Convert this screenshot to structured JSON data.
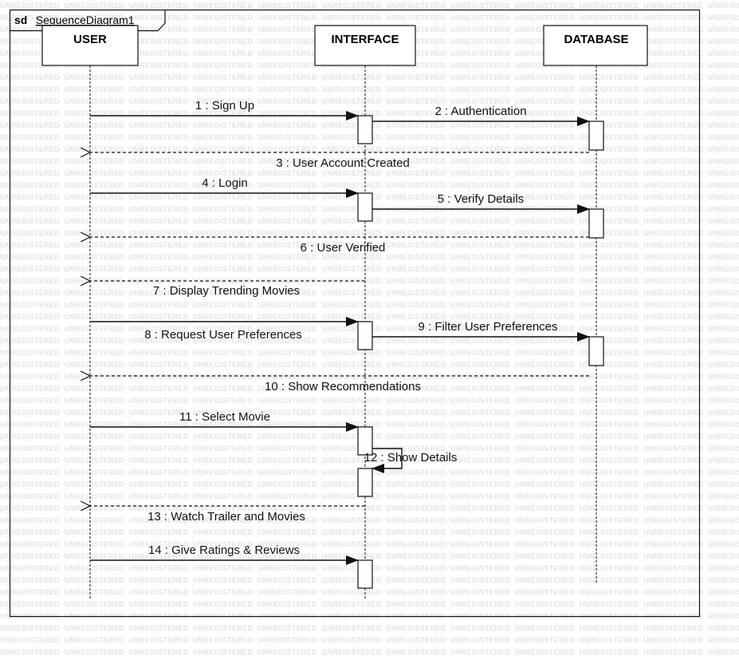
{
  "watermark_text": "UNREGISTERED",
  "frame": {
    "keyword": "sd",
    "name": "SequenceDiagram1"
  },
  "lifelines": [
    {
      "id": "user",
      "title": "USER"
    },
    {
      "id": "interface",
      "title": "INTERFACE"
    },
    {
      "id": "database",
      "title": "DATABASE"
    }
  ],
  "messages": [
    {
      "n": 1,
      "label": "1 : Sign Up",
      "from": "user",
      "to": "interface",
      "kind": "sync"
    },
    {
      "n": 2,
      "label": "2 : Authentication",
      "from": "interface",
      "to": "database",
      "kind": "sync"
    },
    {
      "n": 3,
      "label": "3 : User Account Created",
      "from": "database",
      "to": "user",
      "kind": "return"
    },
    {
      "n": 4,
      "label": "4 : Login",
      "from": "user",
      "to": "interface",
      "kind": "sync"
    },
    {
      "n": 5,
      "label": "5 : Verify Details",
      "from": "interface",
      "to": "database",
      "kind": "sync"
    },
    {
      "n": 6,
      "label": "6 : User Verified",
      "from": "database",
      "to": "user",
      "kind": "return"
    },
    {
      "n": 7,
      "label": "7 : Display Trending Movies",
      "from": "interface",
      "to": "user",
      "kind": "return"
    },
    {
      "n": 8,
      "label": "8 : Request User Preferences",
      "from": "user",
      "to": "interface",
      "kind": "sync"
    },
    {
      "n": 9,
      "label": "9 : Filter User Preferences",
      "from": "interface",
      "to": "database",
      "kind": "sync"
    },
    {
      "n": 10,
      "label": "10 : Show Recommendations",
      "from": "database",
      "to": "user",
      "kind": "return"
    },
    {
      "n": 11,
      "label": "11 : Select Movie",
      "from": "user",
      "to": "interface",
      "kind": "sync"
    },
    {
      "n": 12,
      "label": "12 : Show Details",
      "from": "interface",
      "to": "interface",
      "kind": "self"
    },
    {
      "n": 13,
      "label": "13 : Watch Trailer and Movies",
      "from": "interface",
      "to": "user",
      "kind": "return"
    },
    {
      "n": 14,
      "label": "14 : Give Ratings & Reviews",
      "from": "user",
      "to": "interface",
      "kind": "sync"
    }
  ]
}
